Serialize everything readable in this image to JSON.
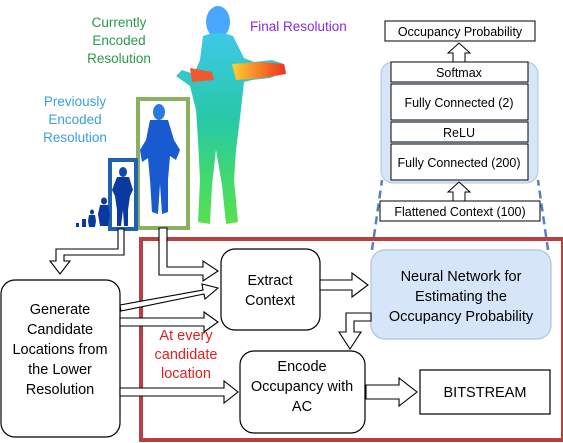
{
  "labels": {
    "currently_encoded": [
      "Currently",
      "Encoded",
      "Resolution"
    ],
    "final_resolution": "Final Resolution",
    "previously_encoded": [
      "Previously",
      "Encoded",
      "Resolution"
    ],
    "at_every_candidate": [
      "At every",
      "candidate",
      "location"
    ]
  },
  "nn_detail": {
    "output": "Occupancy Probability",
    "softmax": "Softmax",
    "fc2": "Fully Connected (2)",
    "relu": "ReLU",
    "fc200": "Fully Connected (200)",
    "flattened": "Flattened Context (100)"
  },
  "boxes": {
    "generate": [
      "Generate",
      "Candidate",
      "Locations from",
      "the Lower",
      "Resolution"
    ],
    "extract": [
      "Extract",
      "Context"
    ],
    "nn": [
      "Neural Network for",
      "Estimating the",
      "Occupancy Probability"
    ],
    "encode": [
      "Encode",
      "Occupancy with",
      "AC"
    ],
    "bitstream": "BITSTREAM"
  },
  "colors": {
    "green": "#2a9a4a",
    "purple": "#8a2be2",
    "lightblue": "#3aa0e0",
    "red": "#e02020",
    "frame_red": "#b84040",
    "frame_green": "#8ab060",
    "frame_blue": "#2060b0",
    "nn_fill": "#d6e6f8",
    "nn_stroke": "#a8c4e4",
    "dash_blue": "#5580c0"
  },
  "icons": [
    "human-figure-icon",
    "hollow-arrow-icon"
  ]
}
